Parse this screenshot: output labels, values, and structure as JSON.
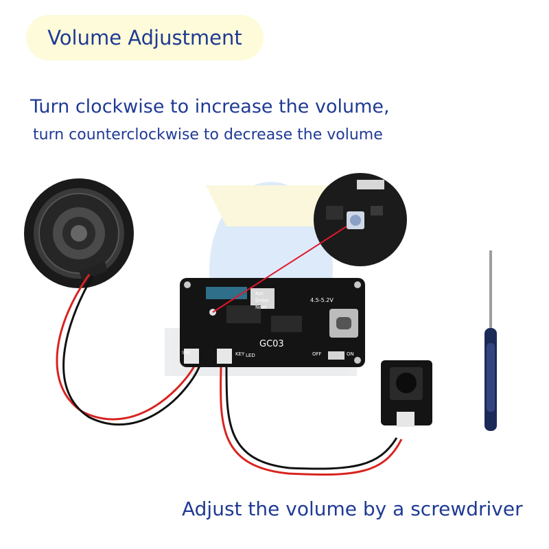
{
  "header": {
    "title": "Volume Adjustment"
  },
  "instructions": {
    "line1": "Turn clockwise to increase the volume,",
    "line2": "turn counterclockwise to decrease the volume"
  },
  "caption": "Adjust the volume by a screwdriver",
  "board": {
    "model": "GC03",
    "voltage": "4.5-5.2V",
    "modes": [
      "Rot",
      "Order",
      "Next"
    ],
    "port_key": "KEY",
    "port_led": "LED",
    "port_spk": "SPK",
    "switch_off": "OFF",
    "switch_on": "ON"
  },
  "colors": {
    "text_blue": "#1f3a93",
    "pill_bg": "#fdfbd9",
    "pointer": "#e0192b"
  }
}
